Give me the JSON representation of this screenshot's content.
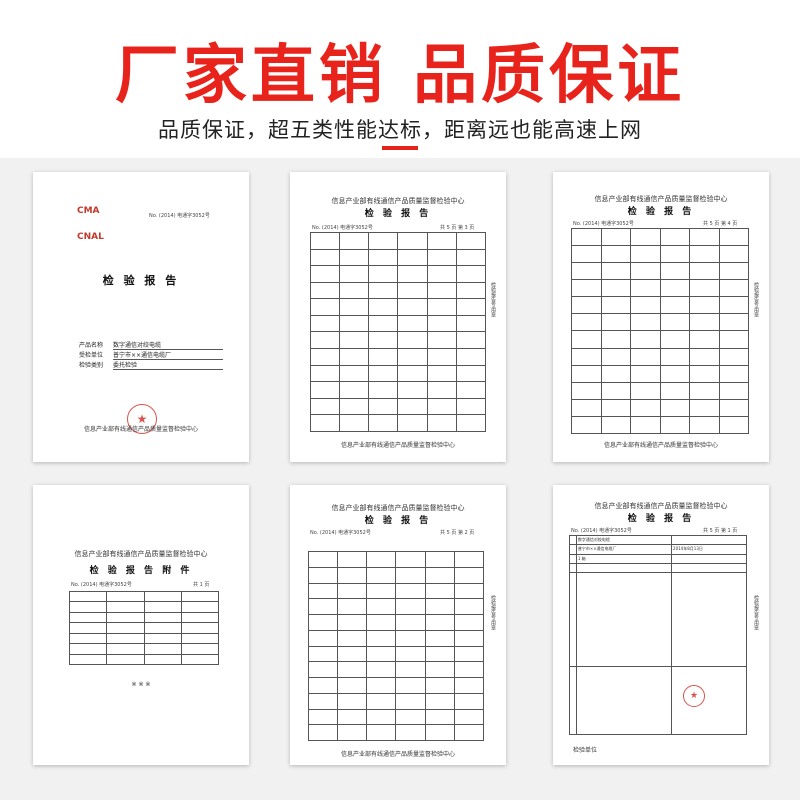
{
  "banner": {
    "headline": "厂家直销 品质保证",
    "subline": "品质保证，超五类性能达标，距离远也能高速上网",
    "accent_color": "#e8231b"
  },
  "docs": {
    "cover": {
      "doc_no": "No. (2014) 电通字3052号",
      "title": "检 验 报 告",
      "product_label": "产品名称",
      "product_value": "数字通信对绞电缆",
      "client_label": "受检单位",
      "client_value": "普宁市××通信电缆厂",
      "type_label": "检验类别",
      "type_value": "委托检验",
      "footer": "信息产业部有线通信产品质量监督检验中心",
      "logo_1": "CMA",
      "logo_2": "CNAL"
    },
    "report_a": {
      "header": "信息产业部有线通信产品质量监督检验中心",
      "title": "检 验 报 告",
      "doc_no": "No. (2014) 电通字3052号",
      "page": "共 5 页  第 3 页",
      "footer": "信息产业部有线通信产品质量监督检验中心",
      "side": "检验报告专用章"
    },
    "report_b": {
      "header": "信息产业部有线通信产品质量监督检验中心",
      "title": "检 验 报 告",
      "doc_no": "No. (2014) 电通字3052号",
      "page": "共 5 页  第 4 页",
      "footer": "信息产业部有线通信产品质量监督检验中心",
      "side": "检验报告专用章"
    },
    "appendix": {
      "header": "信息产业部有线通信产品质量监督检验中心",
      "title": "检 验 报 告 附 件",
      "doc_no": "No. (2014) 电通字3052号",
      "page": "共 1 页",
      "footer": "※  ※  ※"
    },
    "report_c": {
      "header": "信息产业部有线通信产品质量监督检验中心",
      "title": "检 验 报 告",
      "doc_no": "No. (2014) 电通字3052号",
      "page": "共 5 页  第 2 页",
      "footer": "信息产业部有线通信产品质量监督检验中心",
      "side": "检验报告专用章"
    },
    "report_d": {
      "header": "信息产业部有线通信产品质量监督检验中心",
      "title": "检 验 报 告",
      "doc_no": "No. (2014) 电通字3052号",
      "page": "共 5 页  第 1 页",
      "product_value": "数字通信对绞电缆",
      "client_value": "普宁市××通信电缆厂",
      "sample_qty": "1 箱",
      "date": "2014年8月13日",
      "footer": "检验单位",
      "side": "检验报告专用章"
    }
  }
}
